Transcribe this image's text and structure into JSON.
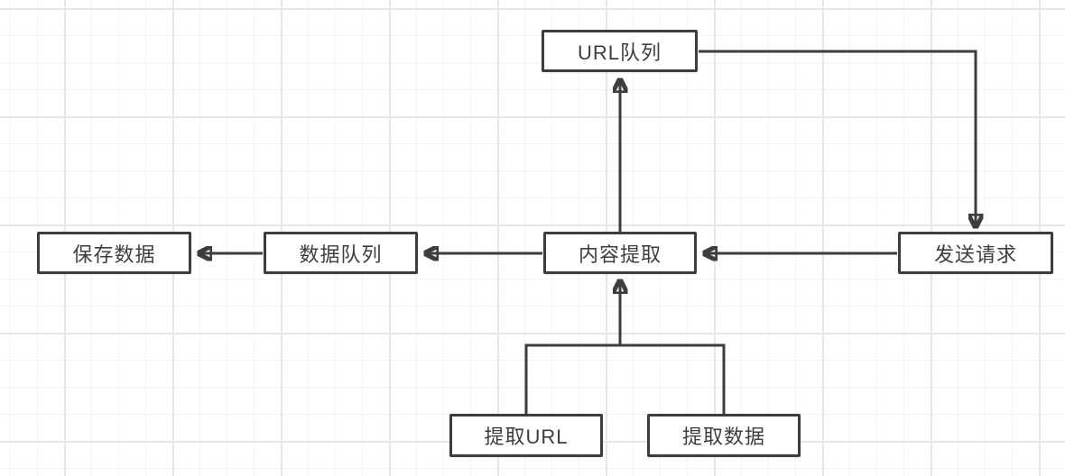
{
  "diagram": {
    "nodes": {
      "url_queue": {
        "label": "URL队列"
      },
      "send_request": {
        "label": "发送请求"
      },
      "content_extract": {
        "label": "内容提取"
      },
      "data_queue": {
        "label": "数据队列"
      },
      "save_data": {
        "label": "保存数据"
      },
      "extract_url": {
        "label": "提取URL"
      },
      "extract_data": {
        "label": "提取数据"
      }
    },
    "edges": [
      {
        "from": "内容提取",
        "to": "URL队列",
        "style": "arrow-up"
      },
      {
        "from": "URL队列",
        "to": "发送请求",
        "style": "arrow-right-then-down"
      },
      {
        "from": "发送请求",
        "to": "内容提取",
        "style": "arrow-left"
      },
      {
        "from": "内容提取",
        "to": "数据队列",
        "style": "arrow-left"
      },
      {
        "from": "数据队列",
        "to": "保存数据",
        "style": "arrow-left"
      },
      {
        "from": "提取URL",
        "to": "内容提取",
        "style": "merge-up-arrow"
      },
      {
        "from": "提取数据",
        "to": "内容提取",
        "style": "merge-up-arrow"
      }
    ],
    "colors": {
      "stroke": "#3d3d3d",
      "node_fill": "#ffffff",
      "background": "#ffffff",
      "grid_minor": "#f3f3f3",
      "grid_major": "#e7e7e7"
    }
  }
}
